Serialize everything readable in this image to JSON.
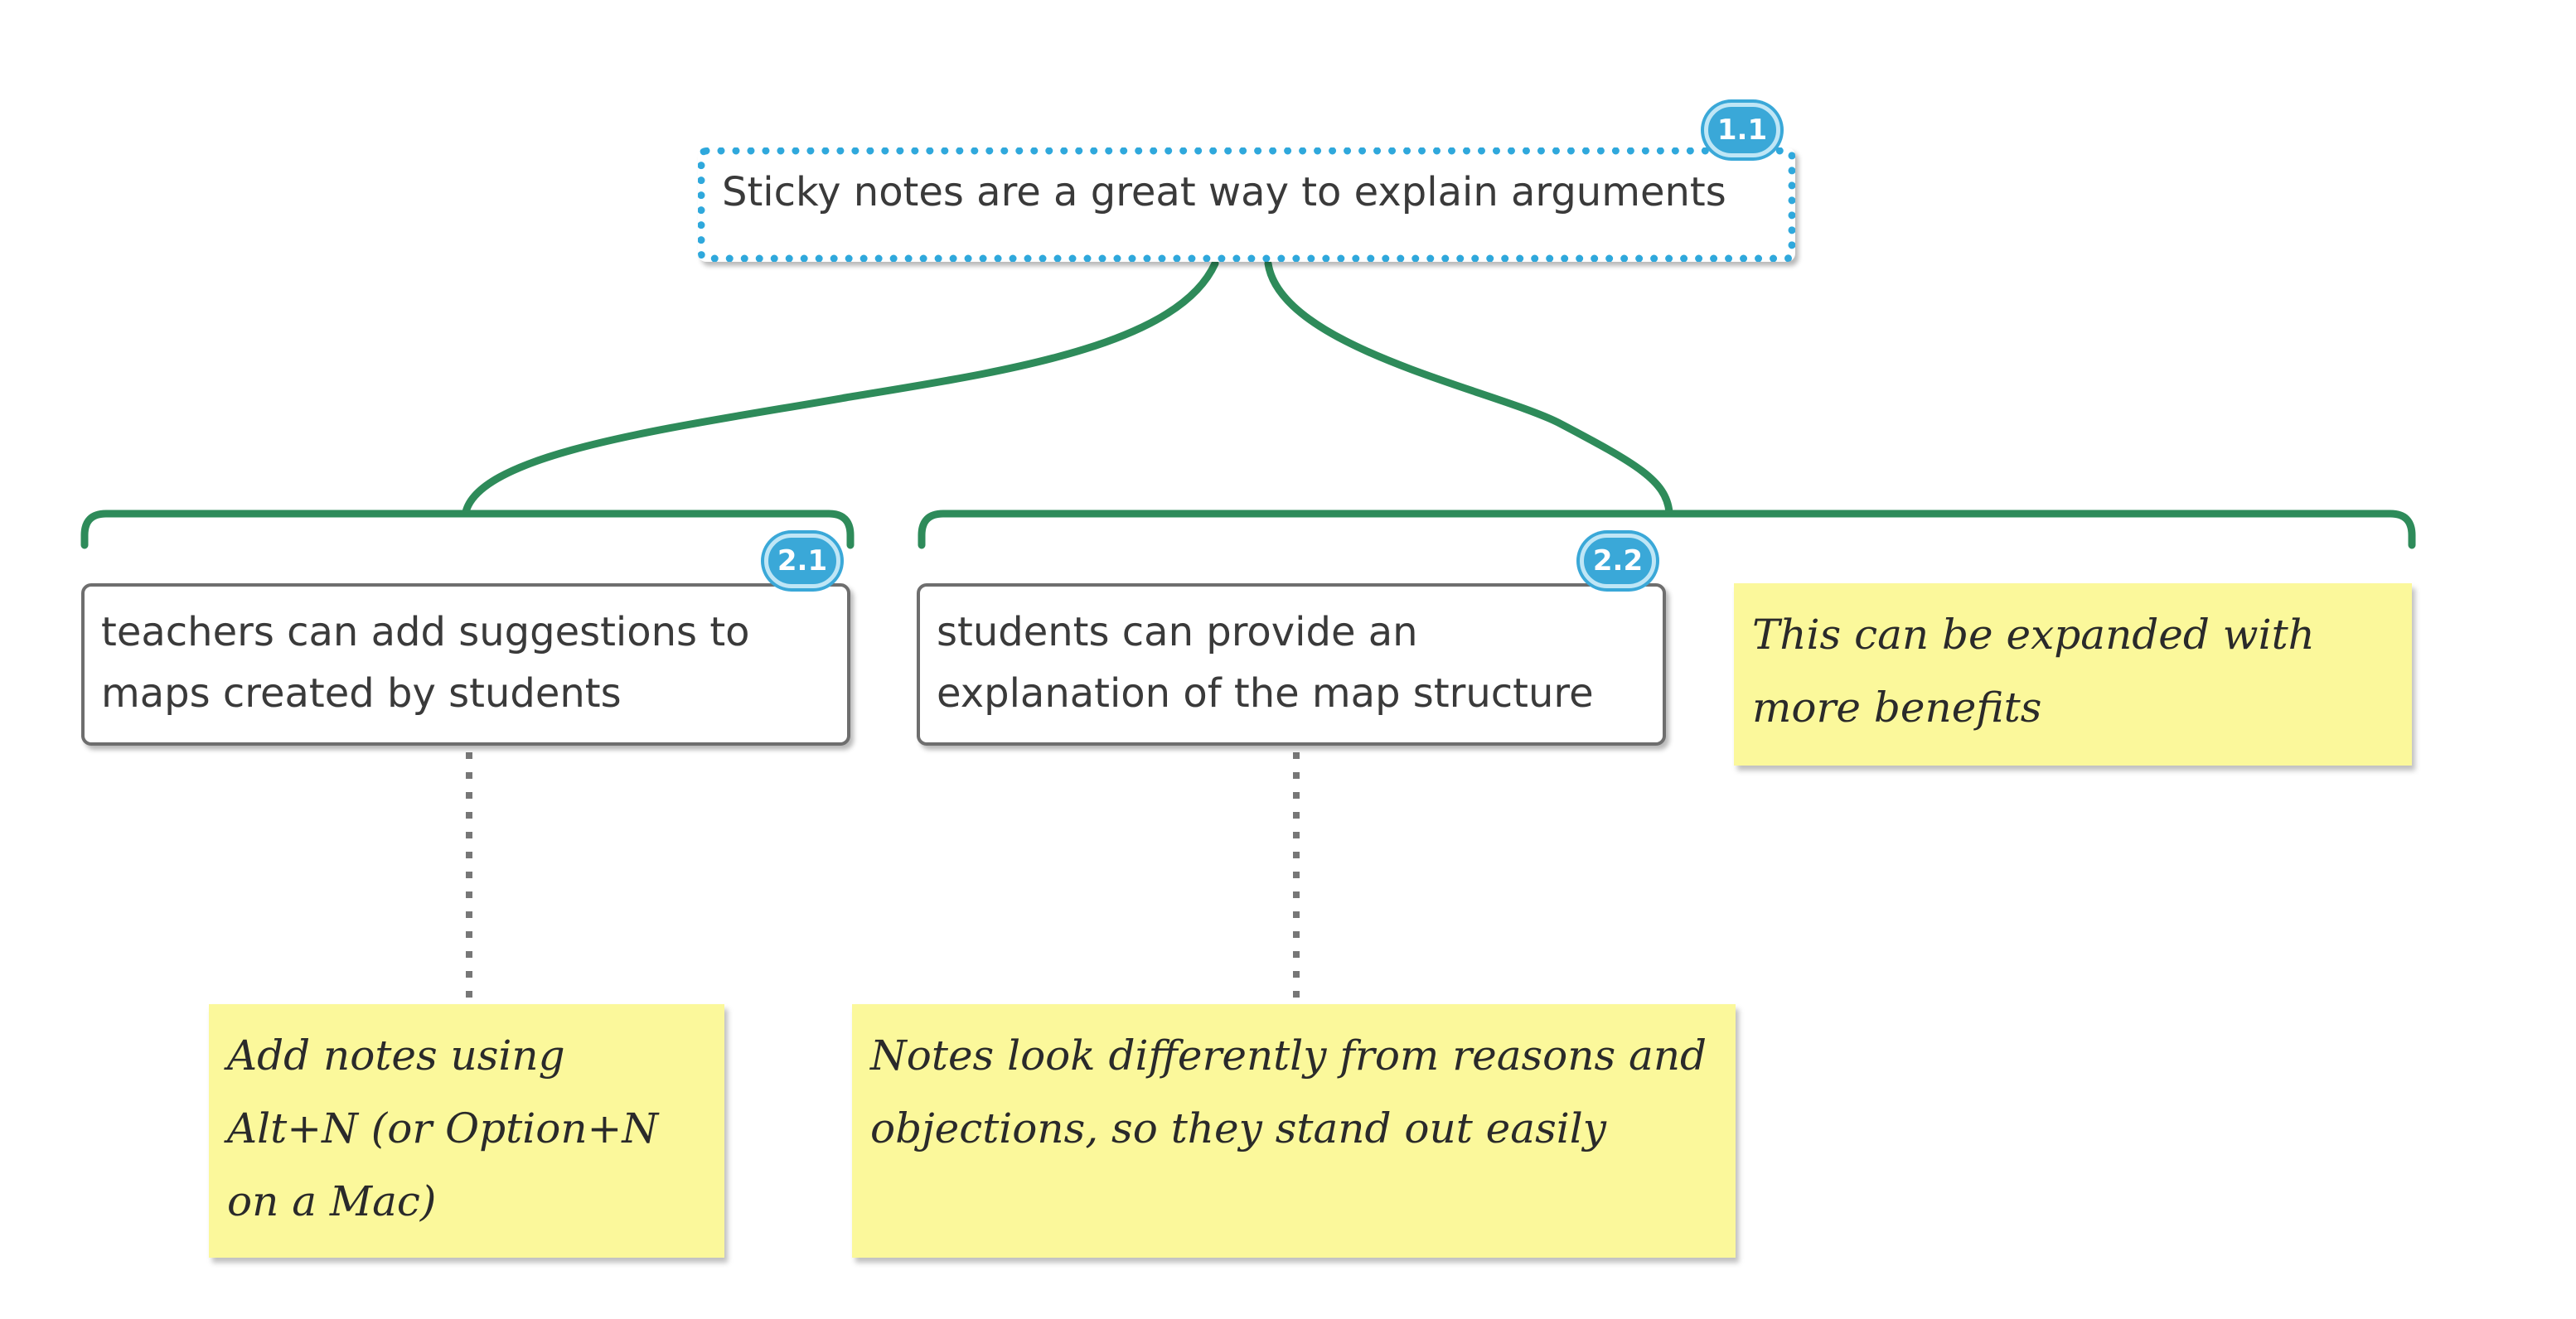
{
  "map": {
    "root": {
      "text": "Sticky notes are a great way to explain arguments",
      "badge": "1.1"
    },
    "children": [
      {
        "text": "teachers can add suggestions to maps created by students",
        "badge": "2.1"
      },
      {
        "text": "students can provide an explanation of the map structure",
        "badge": "2.2"
      }
    ],
    "notes": [
      {
        "text": "This can be expanded with more benefits"
      },
      {
        "text": "Add notes using Alt+N (or Option+N on a Mac)"
      },
      {
        "text": "Notes look differently from reasons and objections, so they stand out easily"
      }
    ]
  },
  "colors": {
    "reason_line": "#2e8b5a",
    "selection": "#2fa8dc",
    "badge": "#3aa8d8",
    "sticky": "#fbf89b",
    "node_border": "#6e6e6e",
    "note_link": "#777777"
  }
}
